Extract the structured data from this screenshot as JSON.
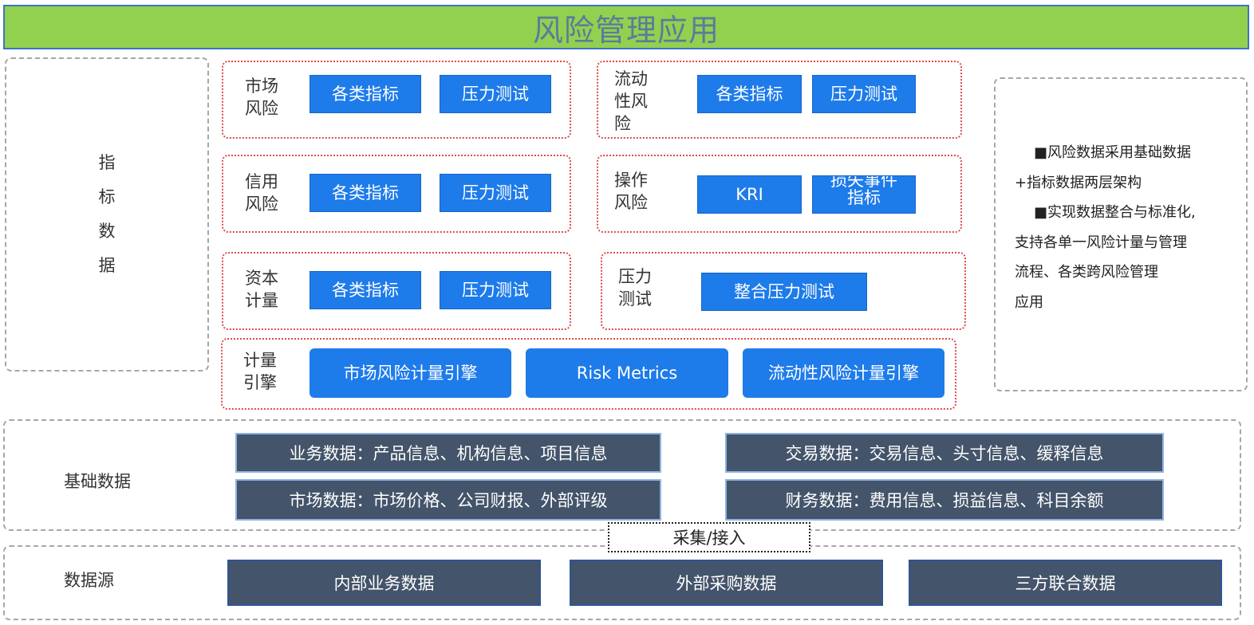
{
  "title": "风险管理应用",
  "indicator_data": {
    "chars": [
      "指",
      "标",
      "数",
      "据"
    ]
  },
  "risk_boxes": {
    "market": {
      "label": "市场\n风险",
      "buttons": [
        "各类指标",
        "压力测试"
      ]
    },
    "liquidity": {
      "label": "流动\n性风\n险",
      "buttons": [
        "各类指标",
        "压力测试"
      ]
    },
    "credit": {
      "label": "信用\n风险",
      "buttons": [
        "各类指标",
        "压力测试"
      ]
    },
    "operational": {
      "label": "操作\n风险",
      "buttons": [
        "KRI",
        "损失事件\n指标"
      ]
    },
    "capital": {
      "label": "资本\n计量",
      "buttons": [
        "各类指标",
        "压力测试"
      ]
    },
    "stress": {
      "label": "压力\n测试",
      "buttons": [
        "整合压力测试"
      ]
    },
    "engine": {
      "label": "计量\n引擎",
      "buttons": [
        "市场风险计量引擎",
        "Risk Metrics",
        "流动性风险计量引擎"
      ]
    }
  },
  "note": {
    "lines": [
      "■风险数据采用基础数据",
      "+指标数据两层架构",
      "■实现数据整合与标准化,",
      "支持各单一风险计量与管理",
      "流程、各类跨风险管理",
      "应用"
    ]
  },
  "base_data": {
    "label": "基础数据",
    "items": [
      "业务数据：产品信息、机构信息、项目信息",
      "交易数据：交易信息、头寸信息、缓释信息",
      "市场数据：市场价格、公司财报、外部评级",
      "财务数据：费用信息、损益信息、科目余额"
    ]
  },
  "collect": "采集/接入",
  "data_source": {
    "label": "数据源",
    "items": [
      "内部业务数据",
      "外部采购数据",
      "三方联合数据"
    ]
  },
  "colors": {
    "title_bg": "#92d050",
    "button_blue": "#1e7bea",
    "bar_dark": "#44546a",
    "red_border": "#e04a4a"
  }
}
